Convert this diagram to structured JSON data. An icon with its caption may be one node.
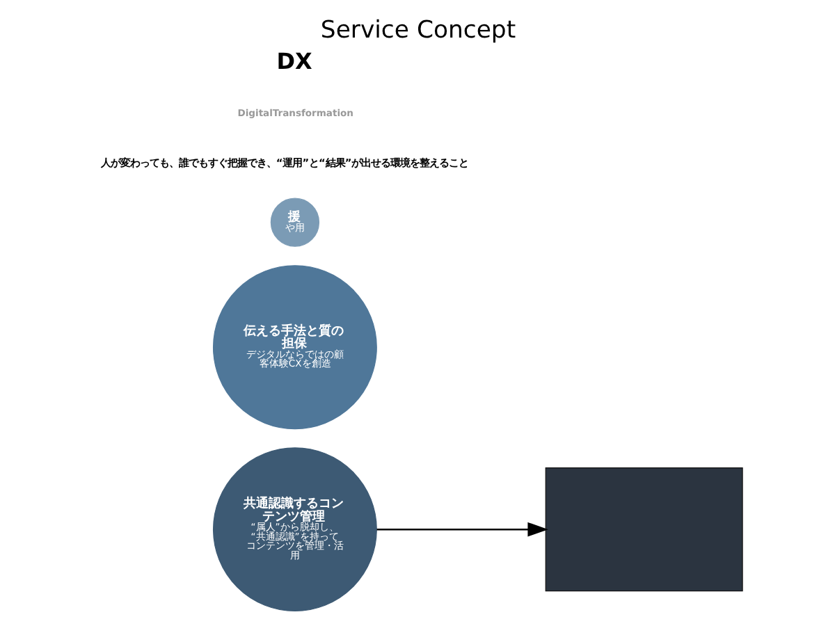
{
  "diagram": {
    "title": "Service Concept",
    "nodes": [
      {
        "text": [
          "共通認識するコンテンツ管理",
          "“属人”から脱却し、“共通認識”を持ってコンテンツを管理・活用"
        ]
      },
      {
        "text": [
          "援",
          "や用"
        ]
      },
      {
        "text": [
          "伝える手法と質の担保",
          "デジタルならではの顧客体験CXを創造"
        ]
      },
      {
        "text": [],
        "shape": "box"
      }
    ],
    "edges": [
      {
        "from": 0,
        "to": 3,
        "arrow": "to"
      }
    ],
    "labels": [
      "DX",
      "DigitalTransformation",
      "人が変わっても、誰でもすぐ把握でき、“運用”と“結果”が出せる環境を整えること"
    ]
  }
}
